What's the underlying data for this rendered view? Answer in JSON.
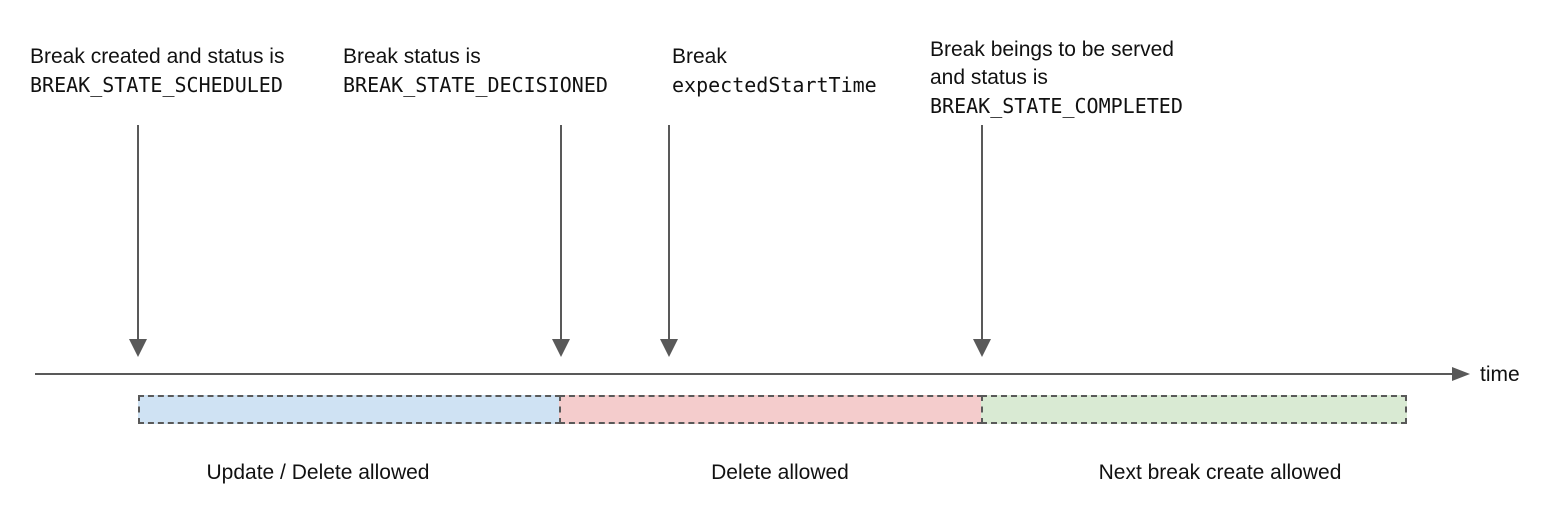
{
  "annotations": [
    {
      "lines": [
        {
          "text": "Break created and status is",
          "style": "sans"
        },
        {
          "text": "BREAK_STATE_SCHEDULED",
          "style": "mono"
        }
      ]
    },
    {
      "lines": [
        {
          "text": "Break status is",
          "style": "sans"
        },
        {
          "text": "BREAK_STATE_DECISIONED",
          "style": "mono"
        }
      ]
    },
    {
      "lines": [
        {
          "text": "Break",
          "style": "sans"
        },
        {
          "text": "expectedStartTime",
          "style": "mono"
        }
      ]
    },
    {
      "lines": [
        {
          "text": "Break beings to be served",
          "style": "sans"
        },
        {
          "text": "and status is",
          "style": "sans"
        },
        {
          "text": "BREAK_STATE_COMPLETED",
          "style": "mono"
        }
      ]
    }
  ],
  "timeline": {
    "axis_label": "time"
  },
  "segments": [
    {
      "label": "Update / Delete allowed",
      "color": "#cfe2f3"
    },
    {
      "label": "Delete allowed",
      "color": "#f4cccc"
    },
    {
      "label": "Next break create allowed",
      "color": "#d9ead3"
    }
  ],
  "colors": {
    "arrow_line": "#595959",
    "segment_border": "#595959",
    "text": "#111111",
    "background": "#ffffff"
  }
}
